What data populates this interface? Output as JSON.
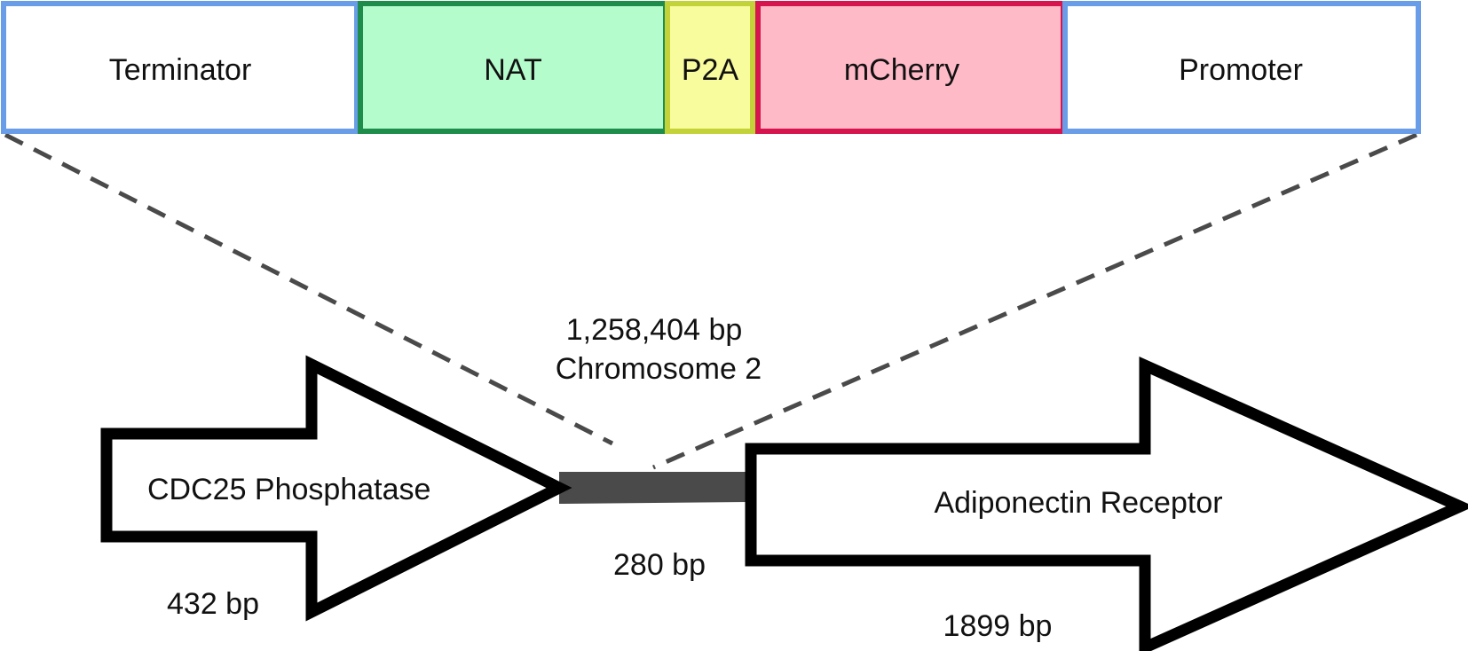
{
  "cassette": {
    "segments": [
      {
        "label": "Terminator",
        "fill": "#ffffff",
        "stroke": "#6a9de8"
      },
      {
        "label": "NAT",
        "fill": "#b5fccc",
        "stroke": "#1e8c4a"
      },
      {
        "label": "P2A",
        "fill": "#f8fc9c",
        "stroke": "#c4d23a"
      },
      {
        "label": "mCherry",
        "fill": "#ffbac8",
        "stroke": "#d6154f"
      },
      {
        "label": "Promoter",
        "fill": "#ffffff",
        "stroke": "#6a9de8"
      }
    ]
  },
  "insertion_site": {
    "position": "1,258,404 bp",
    "chromosome": "Chromosome 2"
  },
  "genes": {
    "left": {
      "name": "CDC25 Phosphatase",
      "length": "432 bp"
    },
    "right": {
      "name": "Adiponectin Receptor",
      "length": "1899 bp"
    }
  },
  "intergenic": {
    "length": "280 bp",
    "color": "#4a4a4a"
  },
  "colors": {
    "dashed_line": "#4a4a4a",
    "arrow_outline": "#000000"
  }
}
